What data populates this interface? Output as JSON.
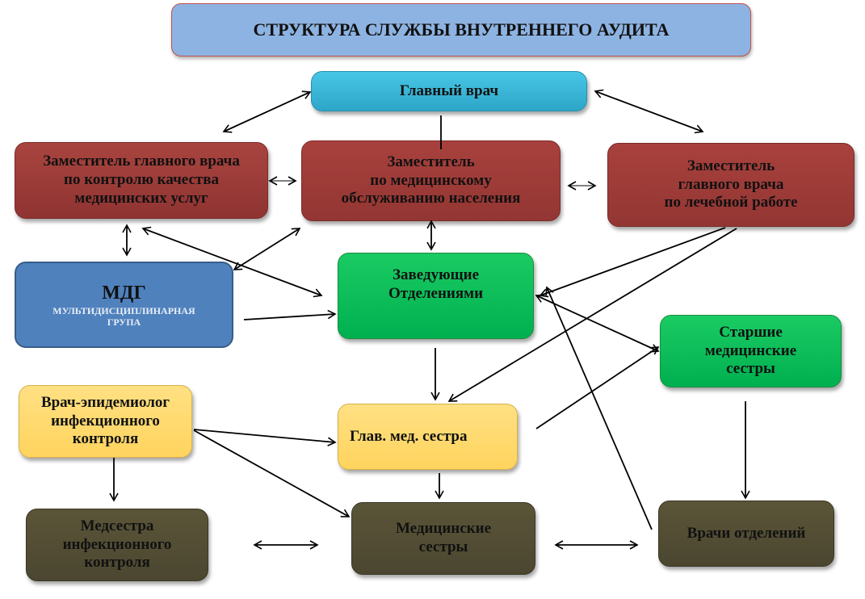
{
  "title": "СТРУКТУРА СЛУЖБЫ ВНУТРЕННЕГО АУДИТА",
  "nodes": {
    "chief_doctor": "Главный врач",
    "deputy_quality": [
      "Заместитель главного врача",
      "по контролю качества",
      "медицинских услуг"
    ],
    "deputy_service": [
      "Заместитель",
      "по медицинскому",
      "обслуживанию населения"
    ],
    "deputy_treatment": [
      "Заместитель",
      "главного врача",
      "по лечебной работе"
    ],
    "mdg": {
      "abbr": "МДГ",
      "full": [
        "МУЛЬТИДИСЦИПЛИНАРНАЯ",
        "ГРУПА"
      ]
    },
    "dept_heads": [
      "Заведующие",
      "Отделениями"
    ],
    "senior_nurses": [
      "Старшие",
      "медицинские",
      "сестры"
    ],
    "epidemiologist": [
      "Врач-эпидемиолог",
      "инфекционного",
      "контроля"
    ],
    "head_nurse": "Глав. мед. сестра",
    "infection_nurse": [
      "Медсестра",
      "инфекционного",
      "контроля"
    ],
    "nurses": [
      "Медицинские",
      "сестры"
    ],
    "dept_doctors": "Врачи отделений"
  },
  "colors": {
    "title_fill": "#8db3e2",
    "chief_fill": "#31b0d5",
    "deputy_fill": "#9b3b38",
    "mdg_fill": "#4f81bd",
    "green_fill": "#00b050",
    "yellow_fill": "#ffd966",
    "olive_fill": "#4f4a32"
  }
}
